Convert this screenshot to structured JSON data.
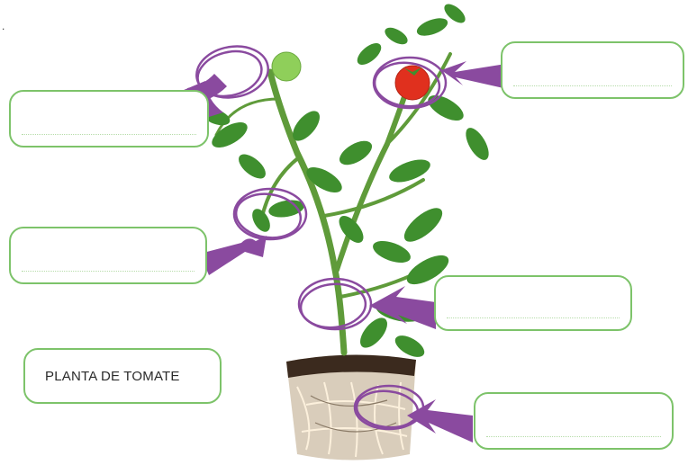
{
  "title_box": {
    "text": "PLANTA DE TOMATE"
  },
  "corner_mark": ".",
  "colors": {
    "box_border": "#7dc36a",
    "arrow": "#8a4a9f",
    "circle": "#8a4a9f",
    "leaf": "#3f8f2e",
    "stem": "#5f9b3a",
    "tomato_red": "#e0301e",
    "tomato_green": "#8fcf5a",
    "soil": "#3b2a1e"
  },
  "label_boxes": [
    {
      "id": "fruit-green",
      "value": ""
    },
    {
      "id": "fruit-red",
      "value": ""
    },
    {
      "id": "leaf",
      "value": ""
    },
    {
      "id": "stem",
      "value": ""
    },
    {
      "id": "root",
      "value": ""
    }
  ]
}
